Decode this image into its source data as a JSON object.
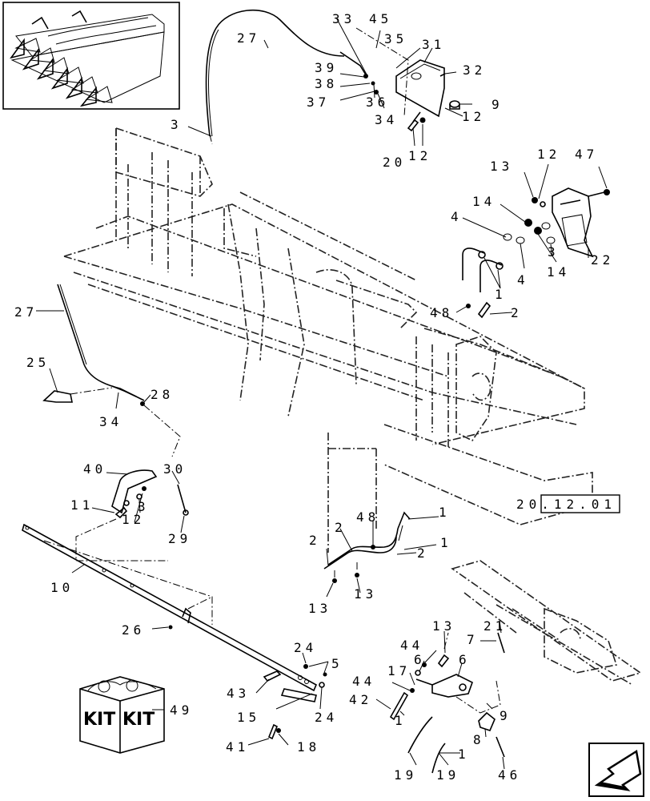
{
  "diagram": {
    "reference": "20.12.01",
    "kit_label": "KIT",
    "callouts": [
      {
        "id": "c27a",
        "text": "27"
      },
      {
        "id": "c33",
        "text": "33"
      },
      {
        "id": "c45",
        "text": "45"
      },
      {
        "id": "c35",
        "text": "35"
      },
      {
        "id": "c31",
        "text": "31"
      },
      {
        "id": "c39",
        "text": "39"
      },
      {
        "id": "c38",
        "text": "38"
      },
      {
        "id": "c37",
        "text": "37"
      },
      {
        "id": "c36",
        "text": "36"
      },
      {
        "id": "c34a",
        "text": "34"
      },
      {
        "id": "c32",
        "text": "32"
      },
      {
        "id": "c9a",
        "text": "9"
      },
      {
        "id": "c12a",
        "text": "12"
      },
      {
        "id": "c20",
        "text": "20"
      },
      {
        "id": "c12b",
        "text": "12"
      },
      {
        "id": "c3a",
        "text": "3"
      },
      {
        "id": "c12c",
        "text": "12"
      },
      {
        "id": "c47",
        "text": "47"
      },
      {
        "id": "c13a",
        "text": "13"
      },
      {
        "id": "c14a",
        "text": "14"
      },
      {
        "id": "c4a",
        "text": "4"
      },
      {
        "id": "c3b",
        "text": "3"
      },
      {
        "id": "c14b",
        "text": "14"
      },
      {
        "id": "c22",
        "text": "22"
      },
      {
        "id": "c4b",
        "text": "4"
      },
      {
        "id": "c1a",
        "text": "1"
      },
      {
        "id": "c48a",
        "text": "48"
      },
      {
        "id": "c2a",
        "text": "2"
      },
      {
        "id": "c27b",
        "text": "27"
      },
      {
        "id": "c25",
        "text": "25"
      },
      {
        "id": "c28",
        "text": "28"
      },
      {
        "id": "c34b",
        "text": "34"
      },
      {
        "id": "c40",
        "text": "40"
      },
      {
        "id": "c30",
        "text": "30"
      },
      {
        "id": "c11",
        "text": "11"
      },
      {
        "id": "c3c",
        "text": "3"
      },
      {
        "id": "c12d",
        "text": "12"
      },
      {
        "id": "c29",
        "text": "29"
      },
      {
        "id": "c48b",
        "text": "48"
      },
      {
        "id": "c1b",
        "text": "1"
      },
      {
        "id": "c2b",
        "text": "2"
      },
      {
        "id": "c2c",
        "text": "2"
      },
      {
        "id": "c1c",
        "text": "1"
      },
      {
        "id": "c2d",
        "text": "2"
      },
      {
        "id": "c10",
        "text": "10"
      },
      {
        "id": "c13b",
        "text": "13"
      },
      {
        "id": "c13c",
        "text": "13"
      },
      {
        "id": "c26",
        "text": "26"
      },
      {
        "id": "c13d",
        "text": "13"
      },
      {
        "id": "c21",
        "text": "21"
      },
      {
        "id": "c7a",
        "text": "7"
      },
      {
        "id": "c44a",
        "text": "44"
      },
      {
        "id": "c6a",
        "text": "6"
      },
      {
        "id": "c6b",
        "text": "6"
      },
      {
        "id": "c17",
        "text": "17"
      },
      {
        "id": "c44b",
        "text": "44"
      },
      {
        "id": "c24a",
        "text": "24"
      },
      {
        "id": "c5",
        "text": "5"
      },
      {
        "id": "c43",
        "text": "43"
      },
      {
        "id": "c15",
        "text": "15"
      },
      {
        "id": "c24b",
        "text": "24"
      },
      {
        "id": "c42",
        "text": "42"
      },
      {
        "id": "c9b",
        "text": "9"
      },
      {
        "id": "c1d",
        "text": "1"
      },
      {
        "id": "c8",
        "text": "8"
      },
      {
        "id": "c49",
        "text": "49"
      },
      {
        "id": "c41",
        "text": "41"
      },
      {
        "id": "c18",
        "text": "18"
      },
      {
        "id": "c19a",
        "text": "19"
      },
      {
        "id": "c19b",
        "text": "19"
      },
      {
        "id": "c1e",
        "text": "1"
      },
      {
        "id": "c46",
        "text": "46"
      }
    ]
  }
}
